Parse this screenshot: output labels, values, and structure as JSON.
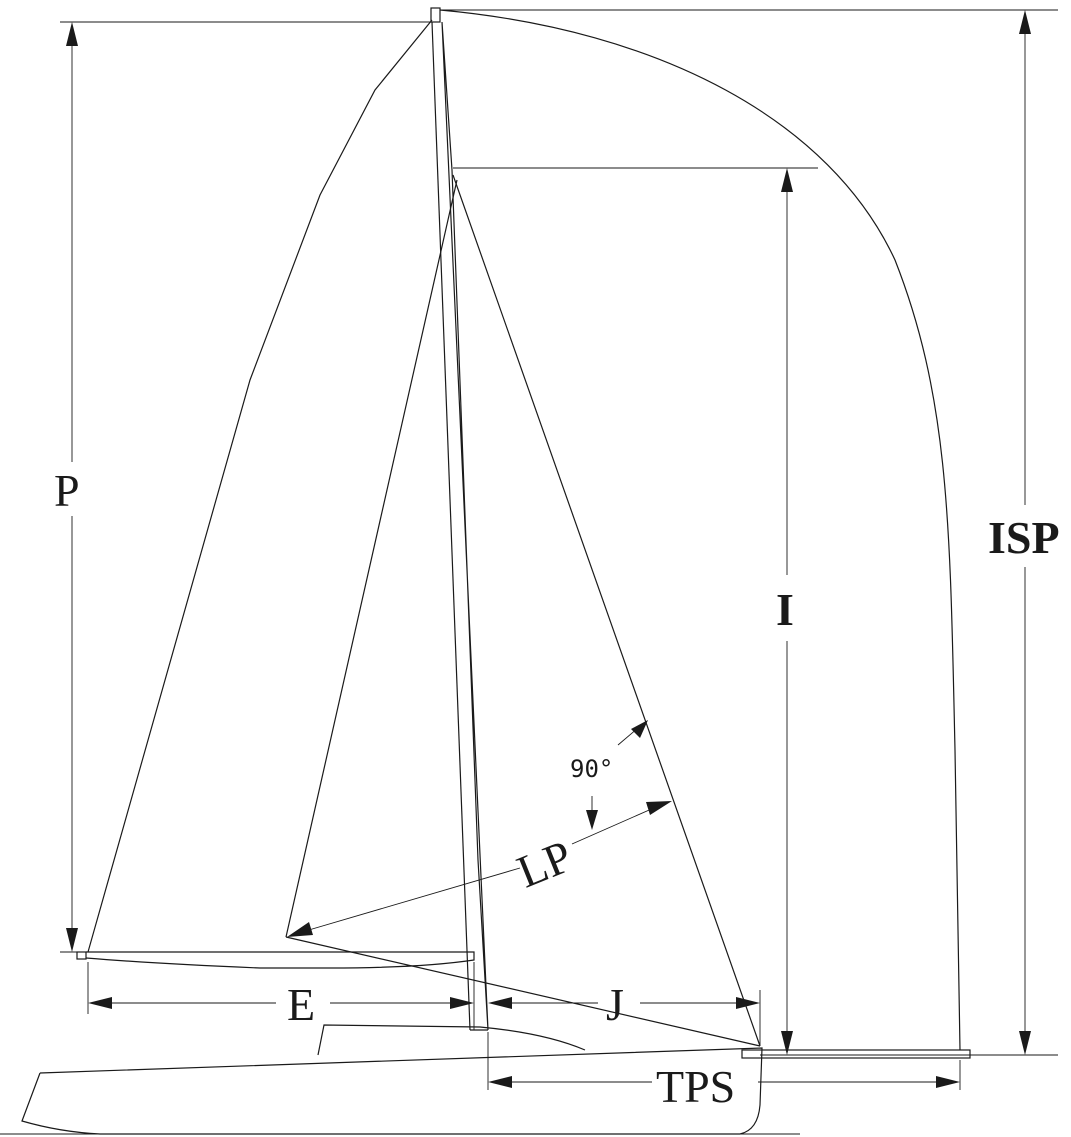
{
  "labels": {
    "p": "P",
    "e": "E",
    "j": "J",
    "i": "I",
    "isp": "ISP",
    "lp": "LP",
    "tps": "TPS",
    "angle": "90°"
  }
}
